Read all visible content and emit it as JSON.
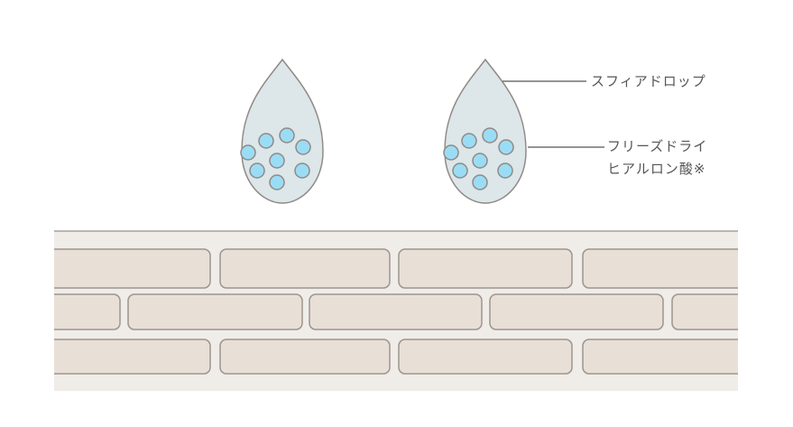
{
  "labels": {
    "sphere_drop": "スフィアドロップ",
    "hyaluronic_line1": "フリーズドライ",
    "hyaluronic_line2": "ヒアルロン酸※"
  },
  "colors": {
    "drop_fill": "#dde6e8",
    "outline": "#8f8a86",
    "particle": "#9bdcf5",
    "skin_bg": "#f0ece8",
    "brick": "#e8dfd7"
  }
}
